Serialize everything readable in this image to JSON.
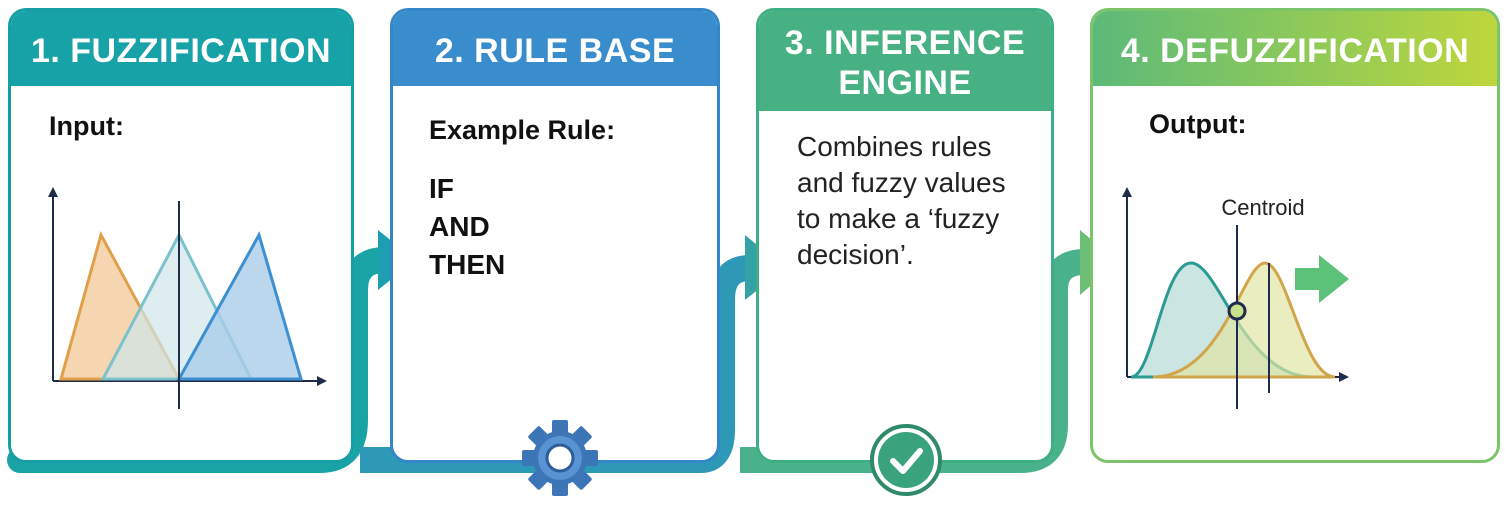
{
  "steps": [
    {
      "title": "1. FUZZIFICATION",
      "label": "Input:"
    },
    {
      "title": "2. RULE BASE",
      "label": "Example Rule:",
      "keywords": [
        "IF",
        "AND",
        "THEN"
      ]
    },
    {
      "title_line1": "3. INFERENCE",
      "title_line2": "ENGINE",
      "description_lines": [
        "Combines rules",
        "and fuzzy values",
        "to make a ‘fuzzy",
        "decision’."
      ]
    },
    {
      "title": "4. DEFUZZIFICATION",
      "label": "Output:",
      "marker_label": "Centroid"
    }
  ],
  "icons": [
    "gear-icon",
    "checkmark-icon",
    "arrow-right-icon"
  ],
  "colors": {
    "teal": "#16a2a7",
    "blue": "#3a8dcc",
    "green": "#48b184",
    "lime": "#bfd63d"
  }
}
